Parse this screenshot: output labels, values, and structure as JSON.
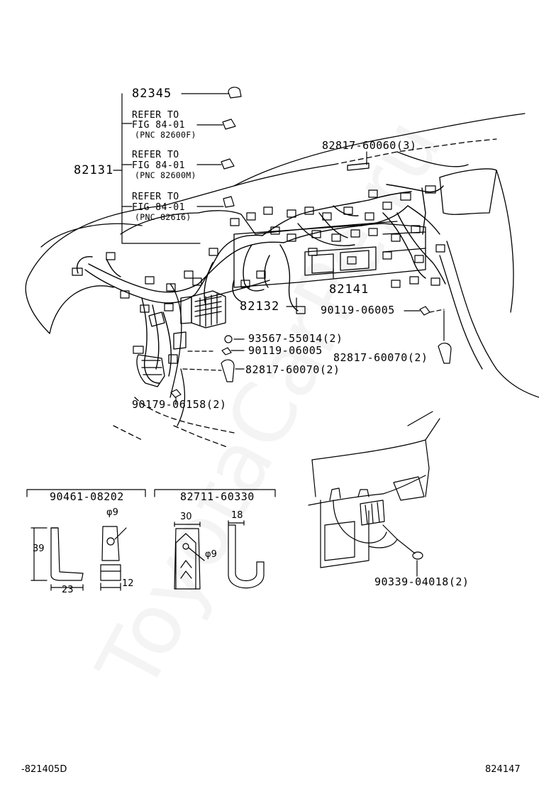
{
  "watermark": "ToyotaCarPe.ru",
  "callouts": {
    "p82345": "82345",
    "p82131": "82131",
    "refer": [
      {
        "line1": "REFER TO",
        "line2": "FIG 84-01",
        "line3": "(PNC 82600F)"
      },
      {
        "line1": "REFER TO",
        "line2": "FIG 84-01",
        "line3": "(PNC 82600M)"
      },
      {
        "line1": "REFER TO",
        "line2": "FIG 84-01",
        "line3": "(PNC 82616)"
      }
    ],
    "p82817_60060": "82817-60060(3)",
    "p82141": "82141",
    "p82132": "82132",
    "p90119_a": "90119-06005",
    "p93567": "93567-55014(2)",
    "p90119_b": "90119-06005",
    "p82817_60070_right": "82817-60070(2)",
    "p82817_60070_left": "82817-60070(2)",
    "p90179": "90179-06158(2)",
    "p90339": "90339-04018(2)"
  },
  "details": {
    "clip_a": {
      "part": "90461-08202",
      "dim_height": "39",
      "dim_width": "23",
      "dim_phi": "φ9",
      "dim_thick": "12"
    },
    "clip_b": {
      "part": "82711-60330",
      "dim_width": "30",
      "dim_depth": "18",
      "dim_phi": "φ9"
    }
  },
  "footer": {
    "left": "-821405D",
    "right": "824147"
  }
}
